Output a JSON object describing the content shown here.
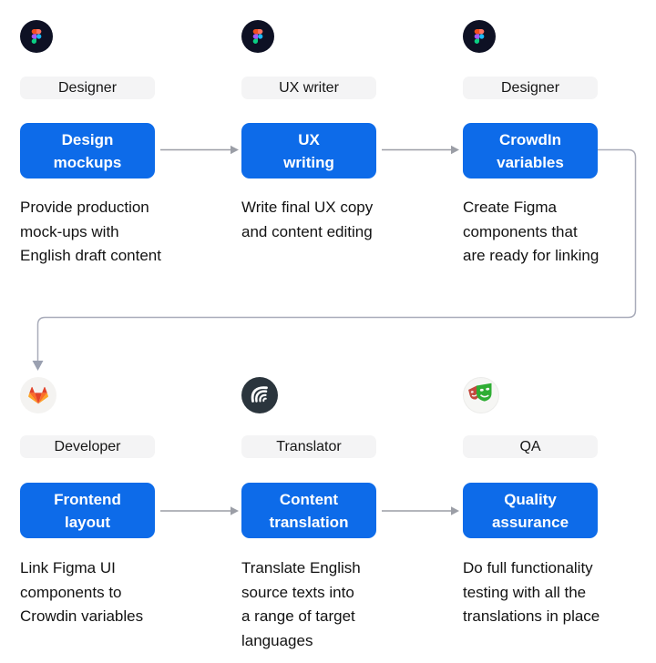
{
  "diagram": {
    "rows": [
      {
        "steps": [
          {
            "icon": "figma",
            "role": "Designer",
            "button_lines": [
              "Design",
              "mockups"
            ],
            "description_lines": [
              "Provide production",
              "mock-ups with",
              "English draft content"
            ]
          },
          {
            "icon": "figma",
            "role": "UX writer",
            "button_lines": [
              "UX",
              "writing"
            ],
            "description_lines": [
              "Write final UX copy",
              "and content editing"
            ]
          },
          {
            "icon": "figma",
            "role": "Designer",
            "button_lines": [
              "CrowdIn",
              "variables"
            ],
            "description_lines": [
              "Create Figma",
              "components that",
              "are ready for linking"
            ]
          }
        ]
      },
      {
        "steps": [
          {
            "icon": "gitlab",
            "role": "Developer",
            "button_lines": [
              "Frontend",
              "layout"
            ],
            "description_lines": [
              "Link Figma UI",
              "components to",
              "Crowdin variables"
            ]
          },
          {
            "icon": "crowdin",
            "role": "Translator",
            "button_lines": [
              "Content",
              "translation"
            ],
            "description_lines": [
              "Translate English",
              "source texts into",
              "a range of target",
              "languages"
            ]
          },
          {
            "icon": "playwright",
            "role": "QA",
            "button_lines": [
              "Quality",
              "assurance"
            ],
            "description_lines": [
              "Do full functionality",
              "testing with all the",
              "translations in place"
            ]
          }
        ]
      }
    ]
  },
  "colors": {
    "node_blue": "#0d6be9",
    "pill_gray": "#f4f4f5",
    "arrow_gray": "#9b9ea6",
    "connector_gray": "#a9acba",
    "figma_badge_bg": "#0e1124",
    "crowdin_badge_bg": "#2b353d",
    "text": "#141414"
  }
}
